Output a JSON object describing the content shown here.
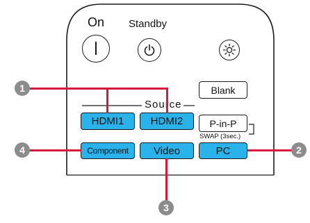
{
  "remote": {
    "on_label": "On",
    "standby_label": "Standby",
    "source_label": "Source",
    "swap_label": "SWAP (3sec.)",
    "icons": {
      "on": "power-bar-icon",
      "standby": "power-icon",
      "brightness": "sun-icon"
    },
    "buttons": {
      "blank": "Blank",
      "pinp": "P-in-P",
      "hdmi1": "HDMI1",
      "hdmi2": "HDMI2",
      "component": "Component",
      "video": "Video",
      "pc": "PC"
    }
  },
  "callouts": {
    "c1": "1",
    "c2": "2",
    "c3": "3",
    "c4": "4"
  },
  "colors": {
    "button_blue": "#29b3ea",
    "callout_line": "#d6193a",
    "callout_badge": "#8c8c8c"
  }
}
